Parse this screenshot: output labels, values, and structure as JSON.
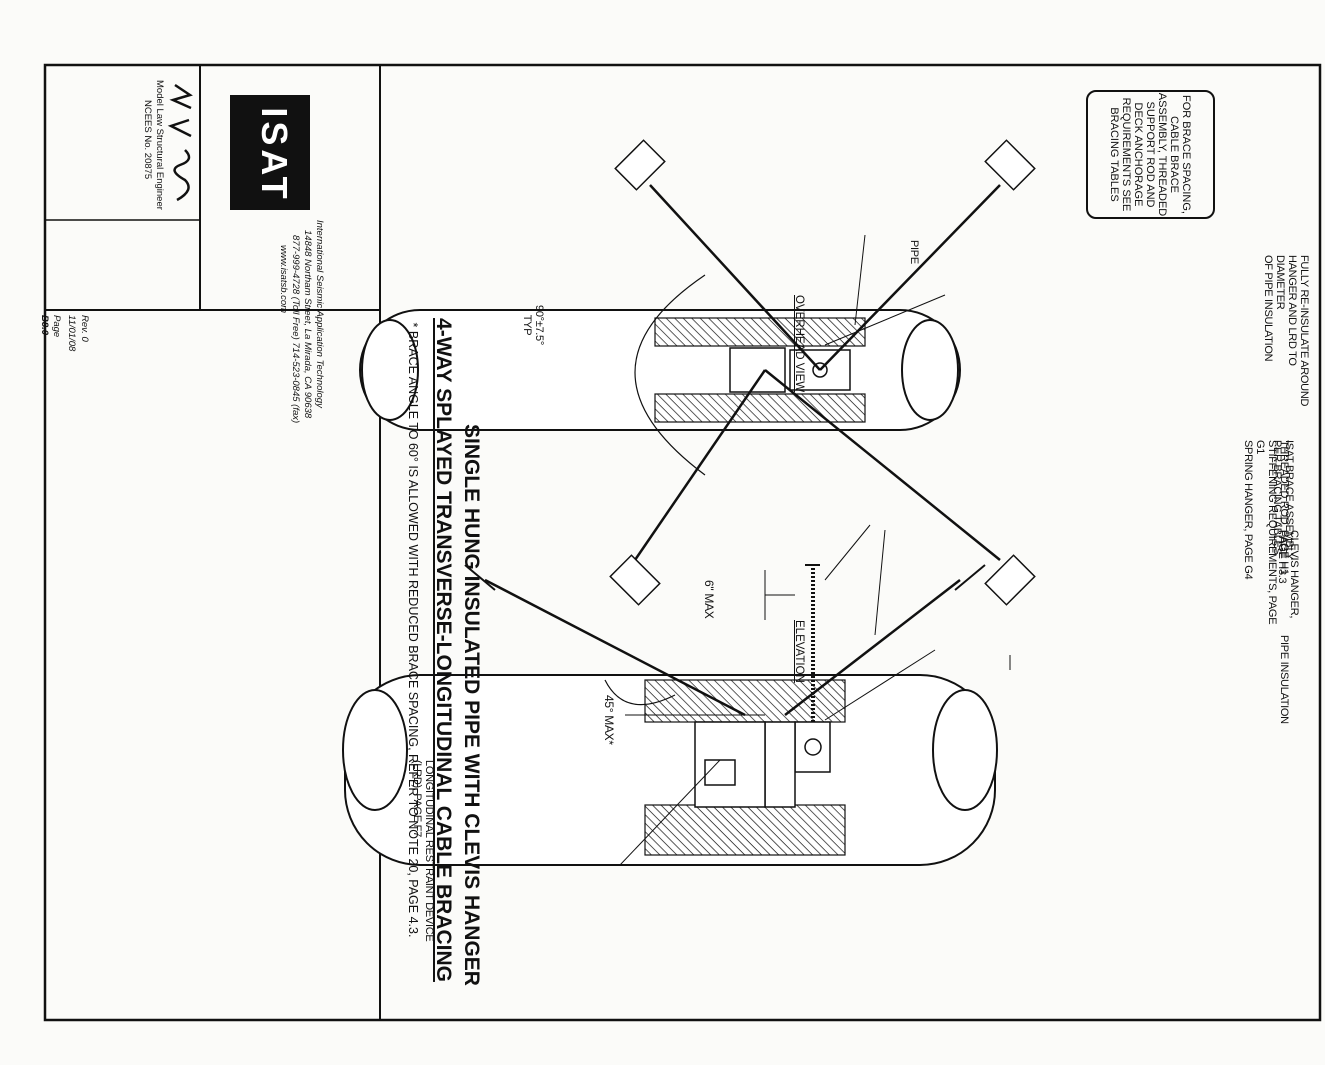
{
  "title_line1": "SINGLE HUNG INSULATED PIPE WITH CLEVIS HANGER",
  "title_line2": "4-WAY SPLAYED TRANSVERSE-LONGITUDINAL CABLE BRACING",
  "note": "* BRACE ANGLE TO 60° IS ALLOWED WITH REDUCED BRACE SPACING, REFER TO NOTE 20, PAGE 4.3.",
  "note_box": "FOR BRACE SPACING, CABLE BRACE ASSEMBLY, THREADED SUPPORT ROD AND DECK ANCHORAGE REQUIREMENTS SEE BRACING TABLES",
  "overhead_view": {
    "title": "OVERHEAD VIEW",
    "pipe_label": "PIPE",
    "insulation_label": "FULLY RE-INSULATE AROUND\nHANGER AND LRD TO DIAMETER\nOF PIPE INSULATION",
    "angle_label": "90°±7.5°\nTYP"
  },
  "elevation": {
    "title": "ELEVATION",
    "rod_label": "THREADED ROD, PAGE H1\nSTIFFENING REQUIREMENTS, PAGE G1\nSPRING HANGER, PAGE G4",
    "brace_label": "ISAT BRACE ASSEMBLY\nPER BRACING TABLES",
    "clevis_label": "CLEVIS HANGER,\nPAGE H3.3",
    "insulation_label": "PIPE INSULATION",
    "max6_label": "6\" MAX",
    "angle_label": "45° MAX*",
    "lrd_label": "LONGITUDINAL RESTRAINT DEVICE\n(LRD), PAGE F7"
  },
  "title_block": {
    "logo_text": "ISAT",
    "company": "International Seismic Application Technology",
    "address": "14848 Northam Street, La Mirada, CA 90638",
    "phone": "877-999-4728 (Toll Free) 714-523-0845 (fax)",
    "website": "www.isatsb.com",
    "engineer_title": "Model Law Structural Engineer",
    "engineer_no": "NCEES No. 20875",
    "rev": "Rev. 0",
    "date": "11/01/08",
    "page_label": "Page",
    "page": "B8.0"
  }
}
